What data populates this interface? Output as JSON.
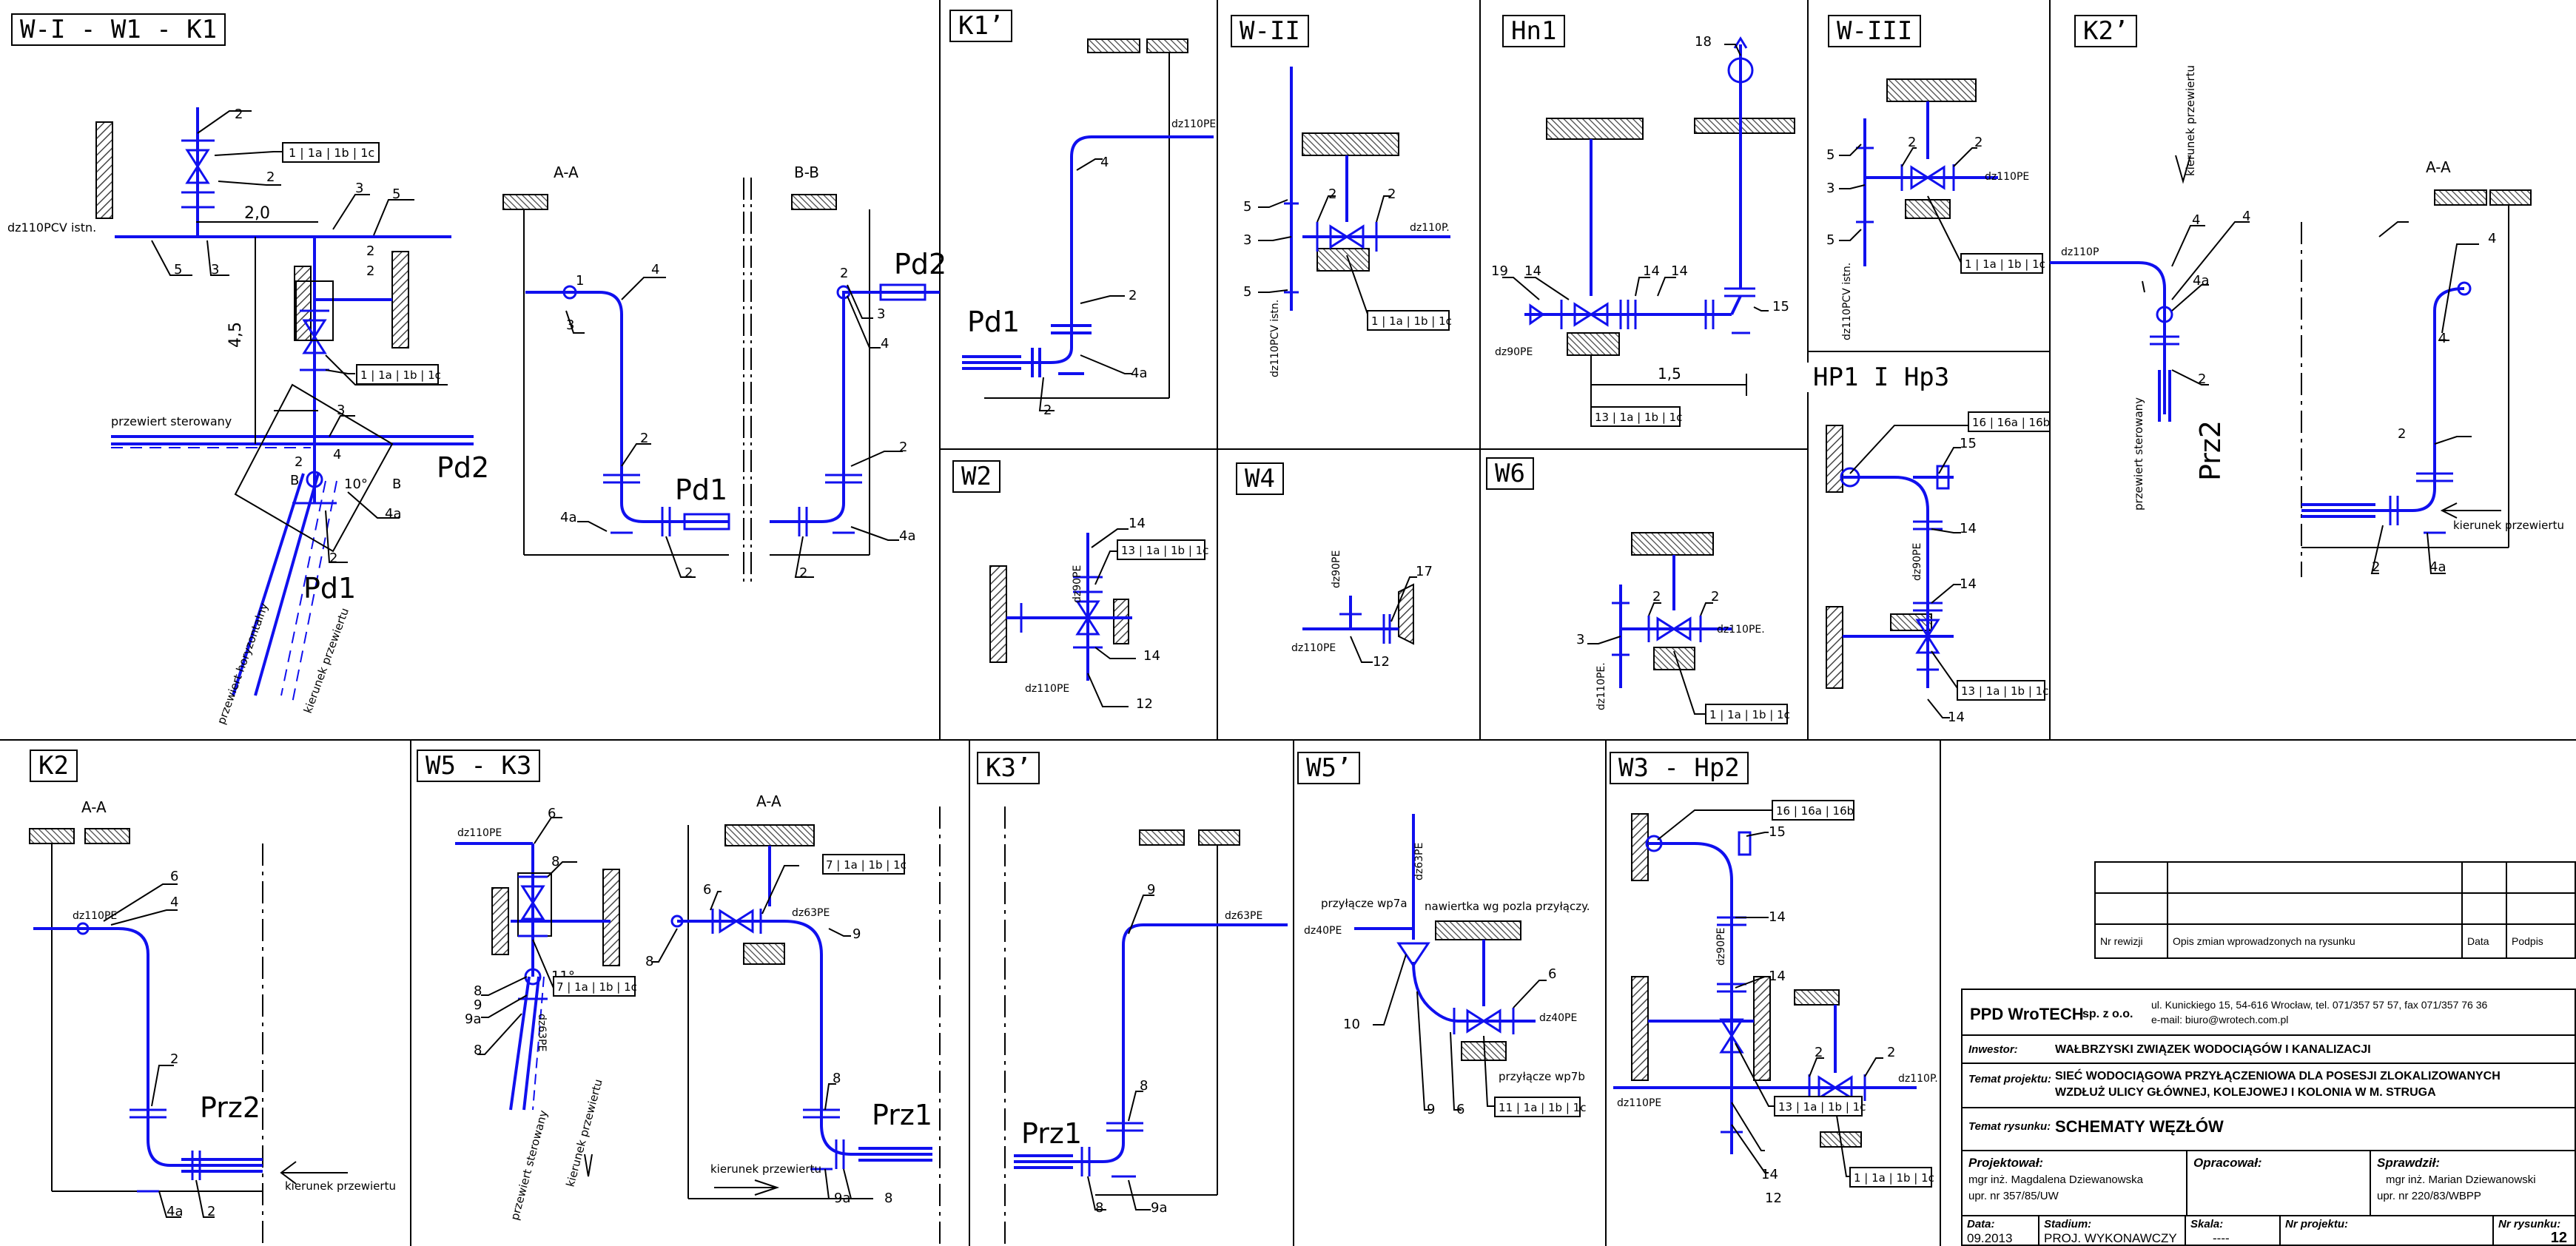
{
  "colors": {
    "pipe": "#1010ee",
    "line": "#000000",
    "hatch": "#555555"
  },
  "panels": [
    {
      "id": "p1",
      "title": "W-I  -  W1  -  K1"
    },
    {
      "id": "p2",
      "title": "K1’"
    },
    {
      "id": "p3",
      "title": "W-II"
    },
    {
      "id": "p4",
      "title": "Hn1"
    },
    {
      "id": "p5",
      "title": "W-III"
    },
    {
      "id": "p6",
      "title": "K2’"
    },
    {
      "id": "p7",
      "title": "W2"
    },
    {
      "id": "p8",
      "title": "W4"
    },
    {
      "id": "p9",
      "title": "W6"
    },
    {
      "id": "p10",
      "title": "HP1  I  Hp3"
    },
    {
      "id": "p11",
      "title": "K2"
    },
    {
      "id": "p12",
      "title": "W5  -  K3"
    },
    {
      "id": "p13",
      "title": "K3’"
    },
    {
      "id": "p14",
      "title": "W5’"
    },
    {
      "id": "p15",
      "title": "W3  -  Hp2"
    }
  ],
  "labels": {
    "dz110pcv_istn": "dz110PCV istn.",
    "dz110pe": "dz110PE",
    "dz110p": "dz110P",
    "dz110p_dot": "dz110P.",
    "dz90pe": "dz90PE",
    "dz63pe": "dz63PE",
    "dz40pe": "dz40PE",
    "dz110pe_dot": "dz110PE.",
    "dz110pcv_istn_v": "dz110PCV istn.",
    "przewiert_sterowany": "przewiert sterowany",
    "przewiert_horyzontalny": "przewiert horyzontalny",
    "kierunek_przewiertu": "kierunek przewiertu",
    "przylacze_wp7a": "przyłącze wp7a",
    "przylacze_wp7b": "przyłącze wp7b",
    "nawiertka": "nawiertka wg pozla przyłączy.",
    "AA": "A-A",
    "BB": "B-B",
    "Pd1": "Pd1",
    "Pd2": "Pd2",
    "Prz1": "Prz1",
    "Prz2": "Prz2",
    "dim_20": "2,0",
    "dim_45": "4,5",
    "dim_15": "1,5",
    "dim_10": "10°",
    "dim_11": "11°",
    "tag_1_1a_1b_1c": "1 | 1a | 1b | 1c",
    "tag_13_1a_1b_1c": "13 | 1a | 1b | 1c",
    "tag_7_1a_1b_1c": "7 | 1a | 1b | 1c",
    "tag_11_1a_1b_1c": "11 | 1a | 1b | 1c",
    "tag_16_16a_16b": "16 | 16a | 16b",
    "n1": "1",
    "n2": "2",
    "n3": "3",
    "n4": "4",
    "n4a": "4a",
    "n5": "5",
    "n6": "6",
    "n7": "7",
    "n8": "8",
    "n9": "9",
    "n9a": "9a",
    "n10": "10",
    "n12": "12",
    "n14": "14",
    "n15": "15",
    "n17": "17",
    "n18": "18",
    "n19": "19",
    "B": "B",
    "V": "V"
  },
  "revision_table": {
    "col_headers": [
      "Nr rewizji",
      "Opis zmian wprowadzonych na rysunku",
      "Data",
      "Podpis"
    ]
  },
  "title_block": {
    "company": "PPD WroTECH",
    "company_suffix": "sp. z o.o.",
    "address_1": "ul. Kunickiego 15, 54-616  Wrocław, tel. 071/357 57 57, fax 071/357 76 36",
    "address_2": "e-mail: biuro@wrotech.com.pl",
    "investor_label": "Inwestor:",
    "investor_value": "WAŁBRZYSKI ZWIĄZEK WODOCIĄGÓW I KANALIZACJI",
    "project_topic_label": "Temat projektu:",
    "project_topic_1": "SIEĆ WODOCIĄGOWA PRZYŁĄCZENIOWA DLA POSESJI ZLOKALIZOWANYCH",
    "project_topic_2": "WZDŁUŻ ULICY GŁÓWNEJ, KOLEJOWEJ I KOLONIA W M. STRUGA",
    "drawing_topic_label": "Temat rysunku:",
    "drawing_topic_value": "SCHEMATY WĘZŁÓW",
    "designed_label": "Projektował:",
    "designed_1": "mgr inż. Magdalena Dziewanowska",
    "designed_2": "upr. nr 357/85/UW",
    "prepared_label": "Opracował:",
    "checked_label": "Sprawdził:",
    "checked_1": "mgr inż. Marian Dziewanowski",
    "checked_2": "upr. nr 220/83/WBPP",
    "date_label": "Data:",
    "date_value": "09.2013",
    "stage_label": "Stadium:",
    "stage_value": "PROJ. WYKONAWCZY",
    "scale_label": "Skala:",
    "scale_value": "----",
    "project_no_label": "Nr projektu:",
    "drawing_no_label": "Nr rysunku:",
    "drawing_no_value": "12"
  }
}
